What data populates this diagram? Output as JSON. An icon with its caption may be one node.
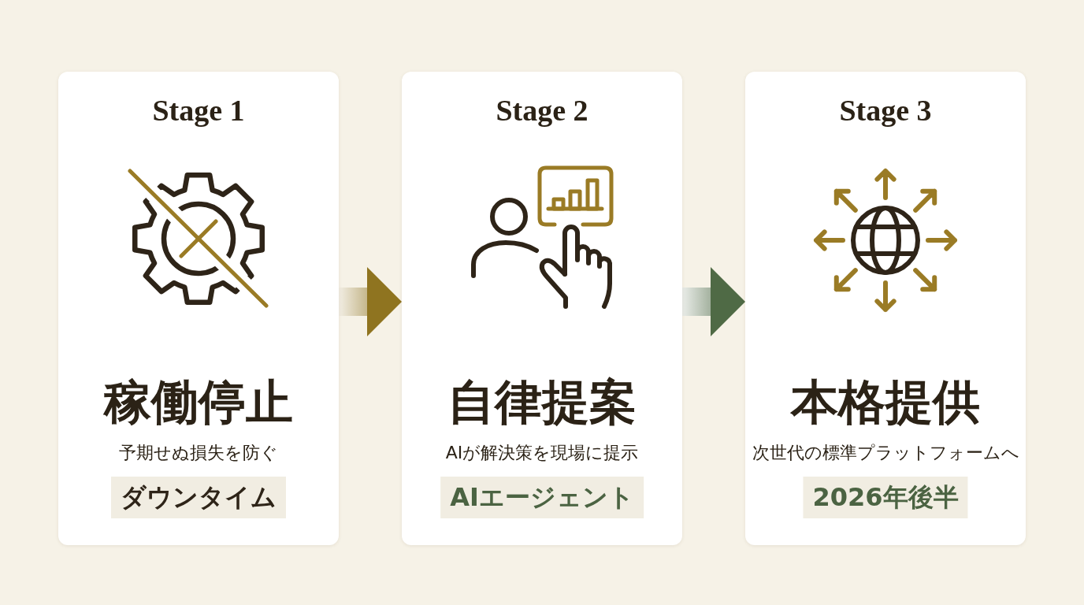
{
  "diagram": {
    "nodes": [
      {
        "text": [
          "Stage 1",
          "稼働停止",
          "予期せぬ損失を防ぐ"
        ]
      },
      {
        "text": [
          "ダウンタイム"
        ],
        "in": 0
      },
      {
        "text": [
          "Stage 2",
          "自律提案",
          "AIが解決策を現場に提示"
        ]
      },
      {
        "text": [
          "AIエージェント"
        ],
        "in": 2
      },
      {
        "text": [
          "Stage 3",
          "本格提供",
          "次世代の標準プラットフォームへ"
        ]
      },
      {
        "text": [
          "2026年後半"
        ],
        "in": 4
      }
    ],
    "edges": [
      {
        "from": 0,
        "to": 2,
        "arrow": "to",
        "color": "#8f7420"
      },
      {
        "from": 2,
        "to": 4,
        "arrow": "to",
        "color": "#4f6a45"
      }
    ]
  }
}
